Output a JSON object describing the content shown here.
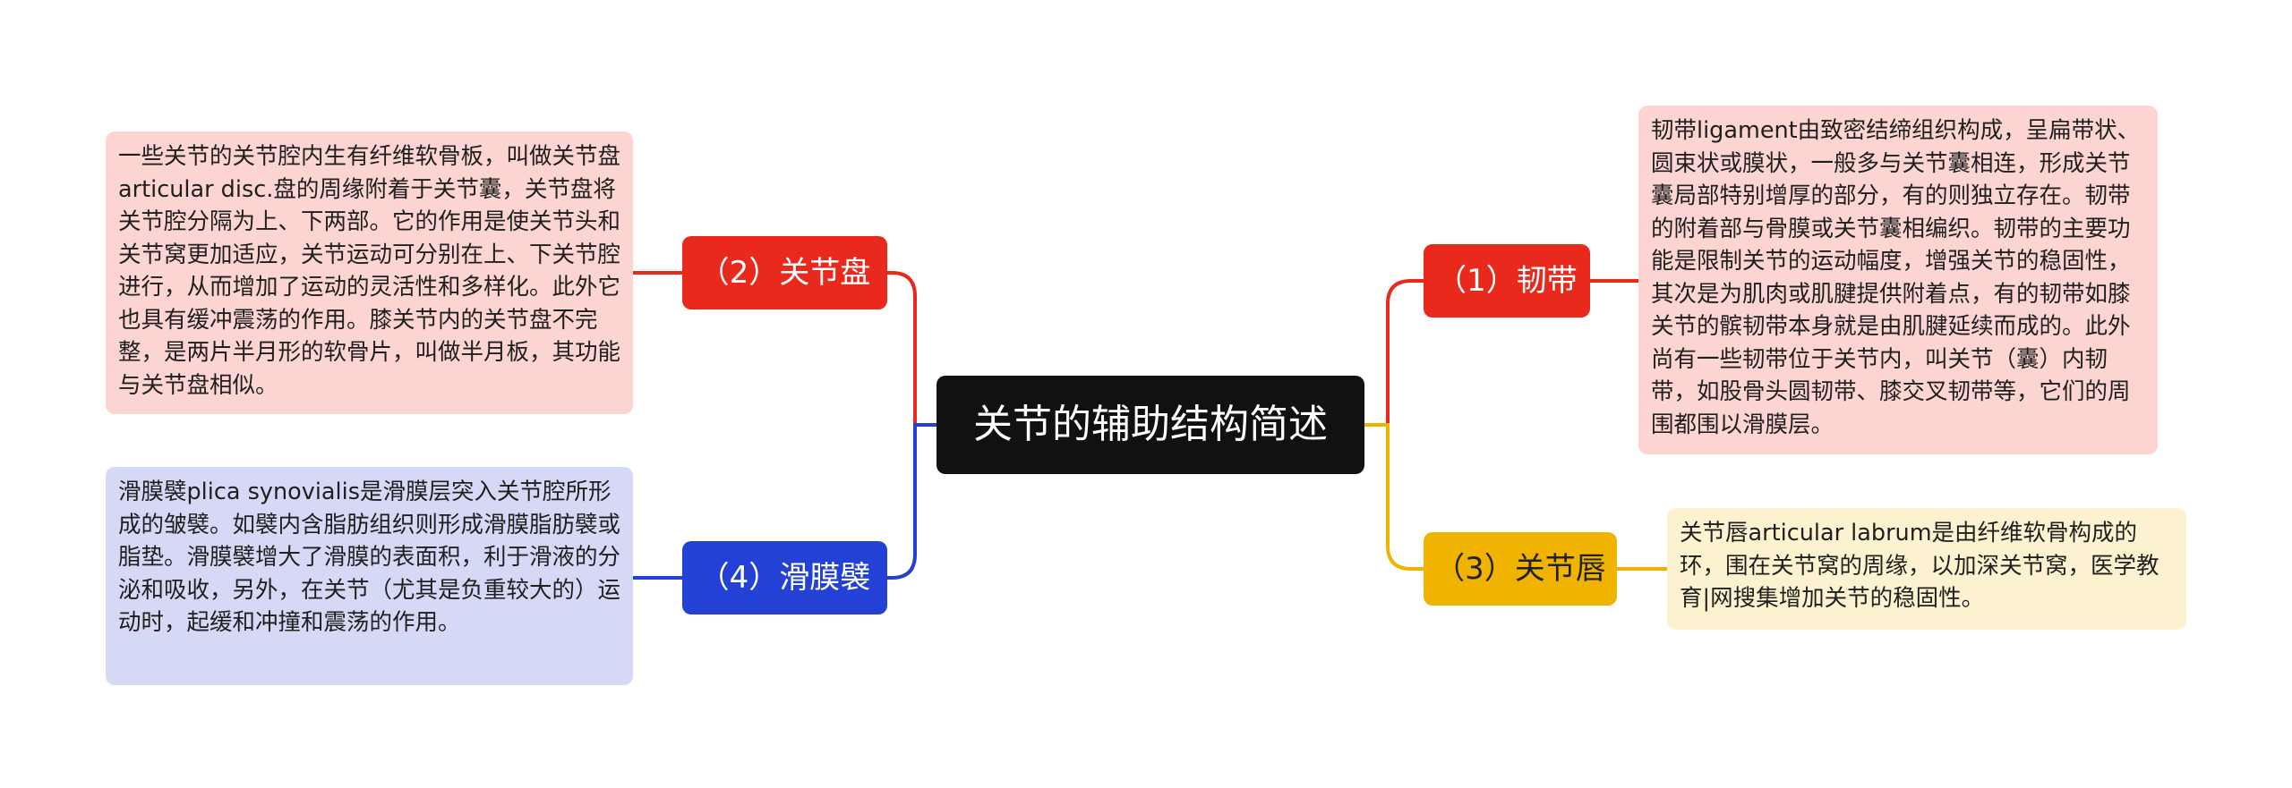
{
  "colors": {
    "root_bg": "#111111",
    "red": "#e8291c",
    "yellow": "#f0b400",
    "blue": "#2341d4",
    "pink_note": "#fcd5d2",
    "cream_note": "#fdf2cf",
    "lavender_note": "#d6d9f6"
  },
  "root": {
    "title": "关节的辅助结构简述"
  },
  "branches": {
    "ligament": {
      "label": "（1）韧带",
      "note": "韧带ligament由致密结缔组织构成，呈扁带状、圆束状或膜状，一般多与关节囊相连，形成关节囊局部特别增厚的部分，有的则独立存在。韧带的附着部与骨膜或关节囊相编织。韧带的主要功能是限制关节的运动幅度，增强关节的稳固性，其次是为肌肉或肌腱提供附着点，有的韧带如膝关节的髌韧带本身就是由肌腱延续而成的。此外尚有一些韧带位于关节内，叫关节（囊）内韧带，如股骨头圆韧带、膝交叉韧带等，它们的周围都围以滑膜层。"
    },
    "disc": {
      "label": "（2）关节盘",
      "note": "一些关节的关节腔内生有纤维软骨板，叫做关节盘articular disc.盘的周缘附着于关节囊，关节盘将关节腔分隔为上、下两部。它的作用是使关节头和关节窝更加适应，关节运动可分别在上、下关节腔进行，从而增加了运动的灵活性和多样化。此外它也具有缓冲震荡的作用。膝关节内的关节盘不完整，是两片半月形的软骨片，叫做半月板，其功能与关节盘相似。"
    },
    "labrum": {
      "label": "（3）关节唇",
      "note": "关节唇articular labrum是由纤维软骨构成的环，围在关节窝的周缘，以加深关节窝，医学教育|网搜集增加关节的稳固性。"
    },
    "plica": {
      "label": "（4）滑膜襞",
      "note": "滑膜襞plica synovialis是滑膜层突入关节腔所形成的皱襞。如襞内含脂肪组织则形成滑膜脂肪襞或脂垫。滑膜襞增大了滑膜的表面积，利于滑液的分泌和吸收，另外，在关节（尤其是负重较大的）运动时，起缓和冲撞和震荡的作用。"
    }
  }
}
